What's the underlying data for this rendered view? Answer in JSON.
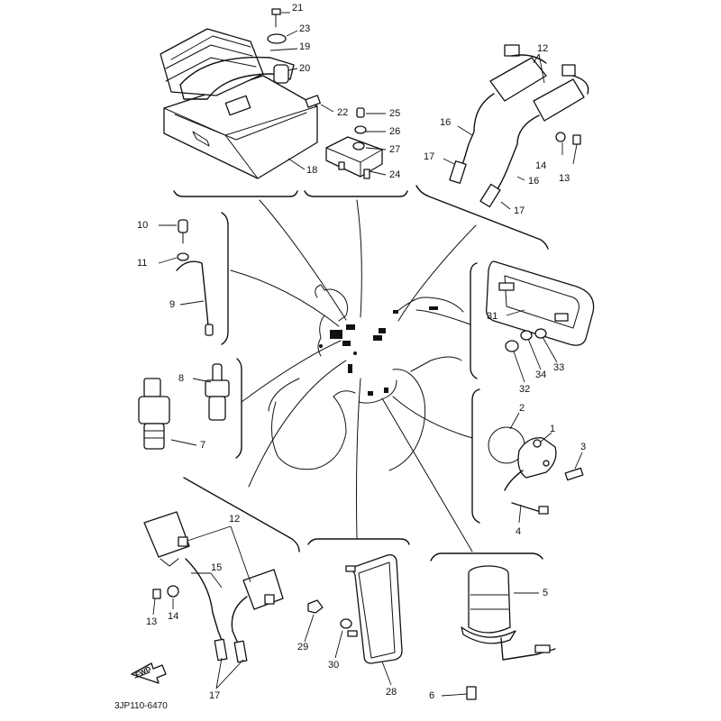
{
  "diagram": {
    "drawing_code": "3JP110-6470",
    "fwd_label": "FWD",
    "callouts": [
      {
        "n": "21",
        "name": "callout-21"
      },
      {
        "n": "23",
        "name": "callout-23"
      },
      {
        "n": "19",
        "name": "callout-19"
      },
      {
        "n": "20",
        "name": "callout-20"
      },
      {
        "n": "22",
        "name": "callout-22"
      },
      {
        "n": "25",
        "name": "callout-25"
      },
      {
        "n": "26",
        "name": "callout-26"
      },
      {
        "n": "27",
        "name": "callout-27"
      },
      {
        "n": "18",
        "name": "callout-18"
      },
      {
        "n": "24",
        "name": "callout-24"
      },
      {
        "n": "12",
        "name": "callout-12-top"
      },
      {
        "n": "16",
        "name": "callout-16-a"
      },
      {
        "n": "17",
        "name": "callout-17-a"
      },
      {
        "n": "14",
        "name": "callout-14-top"
      },
      {
        "n": "13",
        "name": "callout-13-top"
      },
      {
        "n": "16",
        "name": "callout-16-b"
      },
      {
        "n": "17",
        "name": "callout-17-b"
      },
      {
        "n": "10",
        "name": "callout-10"
      },
      {
        "n": "11",
        "name": "callout-11"
      },
      {
        "n": "9",
        "name": "callout-9"
      },
      {
        "n": "8",
        "name": "callout-8"
      },
      {
        "n": "7",
        "name": "callout-7"
      },
      {
        "n": "31",
        "name": "callout-31"
      },
      {
        "n": "33",
        "name": "callout-33"
      },
      {
        "n": "34",
        "name": "callout-34"
      },
      {
        "n": "32",
        "name": "callout-32"
      },
      {
        "n": "2",
        "name": "callout-2"
      },
      {
        "n": "1",
        "name": "callout-1"
      },
      {
        "n": "3",
        "name": "callout-3"
      },
      {
        "n": "4",
        "name": "callout-4"
      },
      {
        "n": "12",
        "name": "callout-12-bottom"
      },
      {
        "n": "15",
        "name": "callout-15"
      },
      {
        "n": "13",
        "name": "callout-13-bottom"
      },
      {
        "n": "14",
        "name": "callout-14-bottom"
      },
      {
        "n": "17",
        "name": "callout-17-bottom"
      },
      {
        "n": "29",
        "name": "callout-29"
      },
      {
        "n": "30",
        "name": "callout-30"
      },
      {
        "n": "28",
        "name": "callout-28"
      },
      {
        "n": "5",
        "name": "callout-5"
      },
      {
        "n": "6",
        "name": "callout-6"
      }
    ]
  }
}
